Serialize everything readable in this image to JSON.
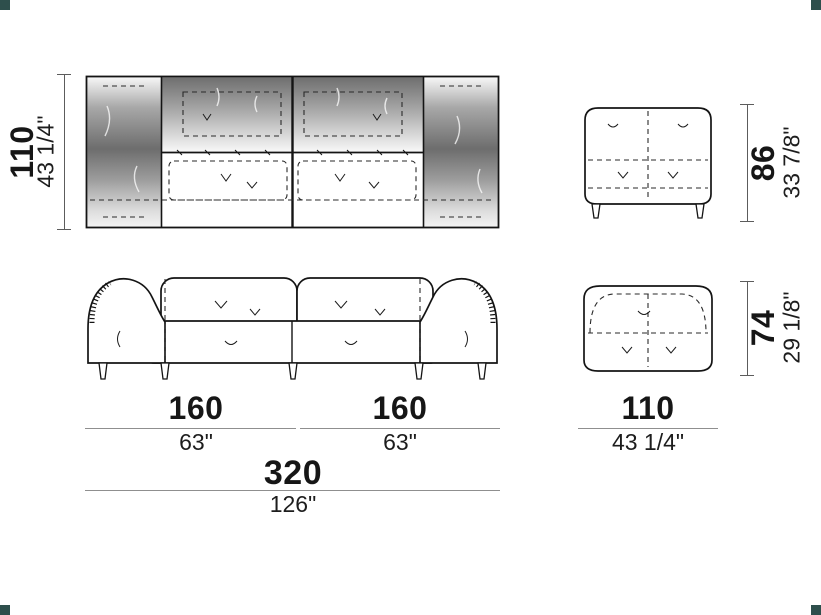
{
  "dims": {
    "depth": {
      "cm": "110",
      "in": "43 1/4\""
    },
    "back_height": {
      "cm": "86",
      "in": "33 7/8\""
    },
    "seat_back_height": {
      "cm": "74",
      "in": "29 1/8\""
    },
    "module_left_width": {
      "cm": "160",
      "in": "63\""
    },
    "module_right_width": {
      "cm": "160",
      "in": "63\""
    },
    "total_width": {
      "cm": "320",
      "in": "126\""
    },
    "module_depth": {
      "cm": "110",
      "in": "43 1/4\""
    }
  },
  "colors": {
    "ink": "#141414",
    "dim_line": "#8f8f8f",
    "corner_marker": "#2e4f4c"
  }
}
